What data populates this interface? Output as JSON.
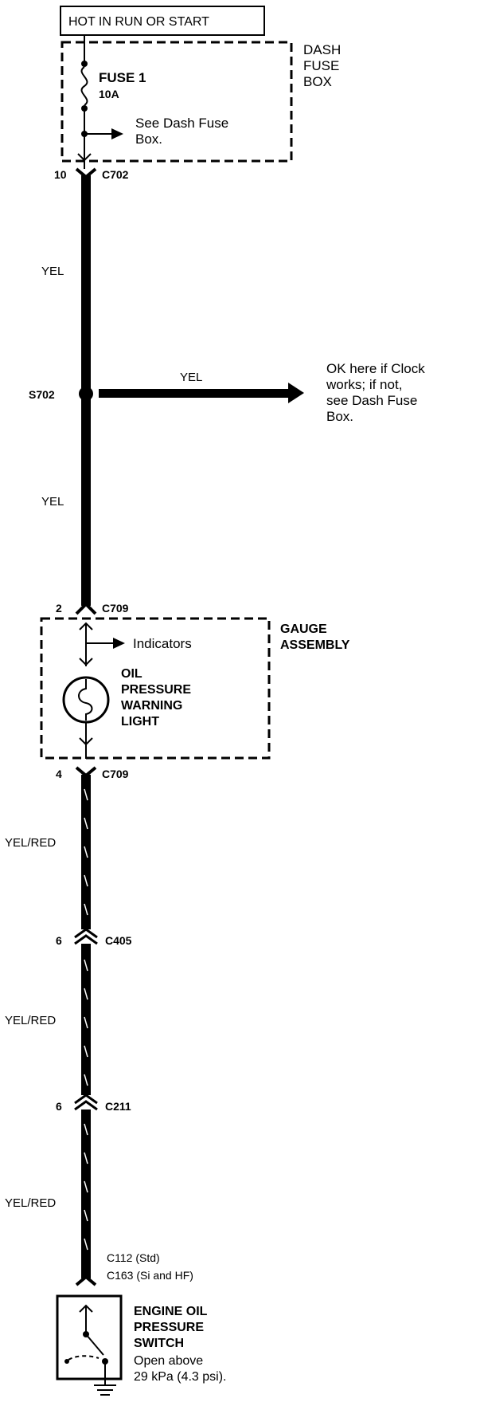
{
  "power_source": "HOT IN RUN OR START",
  "dash_fuse_box": {
    "title": [
      "DASH",
      "FUSE",
      "BOX"
    ],
    "fuse_name": "FUSE 1",
    "fuse_rating": "10A",
    "ref_text": [
      "See Dash Fuse",
      "Box."
    ]
  },
  "connectors": {
    "c702": {
      "pin": "10",
      "name": "C702"
    },
    "c709_top": {
      "pin": "2",
      "name": "C709"
    },
    "c709_bottom": {
      "pin": "4",
      "name": "C709"
    },
    "c405": {
      "pin": "6",
      "name": "C405"
    },
    "c211": {
      "pin": "6",
      "name": "C211"
    },
    "c112": {
      "name": "C112 (Std)"
    },
    "c163": {
      "name": "C163 (Si and HF)"
    }
  },
  "splice": {
    "name": "S702",
    "branch_wire": "YEL",
    "note": [
      "OK here if Clock",
      "works; if not,",
      "see Dash Fuse",
      "Box."
    ]
  },
  "wires": {
    "upper_1": "YEL",
    "upper_2": "YEL",
    "lower_1": "YEL/RED",
    "lower_2": "YEL/RED",
    "lower_3": "YEL/RED"
  },
  "gauge_assembly": {
    "title": [
      "GAUGE",
      "ASSEMBLY"
    ],
    "indicators": "Indicators",
    "light": [
      "OIL",
      "PRESSURE",
      "WARNING",
      "LIGHT"
    ]
  },
  "oil_switch": {
    "title": [
      "ENGINE OIL",
      "PRESSURE",
      "SWITCH"
    ],
    "spec": [
      "Open above",
      "29 kPa (4.3 psi)."
    ]
  }
}
